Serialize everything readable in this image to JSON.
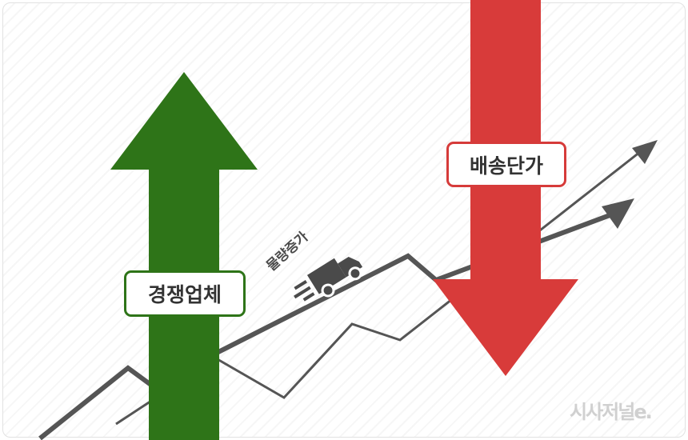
{
  "labels": {
    "competitors": "경쟁업체",
    "delivery_price": "배송단가",
    "volume_increase": "물량증가"
  },
  "watermark": "시사저널e.",
  "colors": {
    "green_arrow": "#2e7418",
    "red_arrow": "#d83b3a",
    "lines": "#555555"
  },
  "icons": [
    "truck-icon",
    "up-arrow-icon",
    "down-arrow-icon",
    "trend-arrow-icon"
  ]
}
